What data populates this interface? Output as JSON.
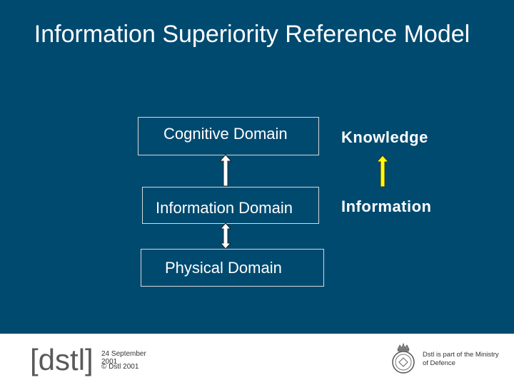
{
  "title": "Information Superiority Reference Model",
  "domains": {
    "cognitive": "Cognitive Domain",
    "information": "Information Domain",
    "physical": "Physical Domain"
  },
  "right_labels": {
    "top": "Knowledge",
    "bottom": "Information"
  },
  "colors": {
    "background": "#004a70",
    "arrow_white": "#ffffff",
    "arrow_yellow": "#ffff00"
  },
  "footer": {
    "logo_text": "[dstl]",
    "date": "24 September 2001",
    "copyright": "© Dstl 2001",
    "crest_icon": "royal-crest-icon",
    "mod_text": "Dstl is part of the Ministry of Defence"
  }
}
